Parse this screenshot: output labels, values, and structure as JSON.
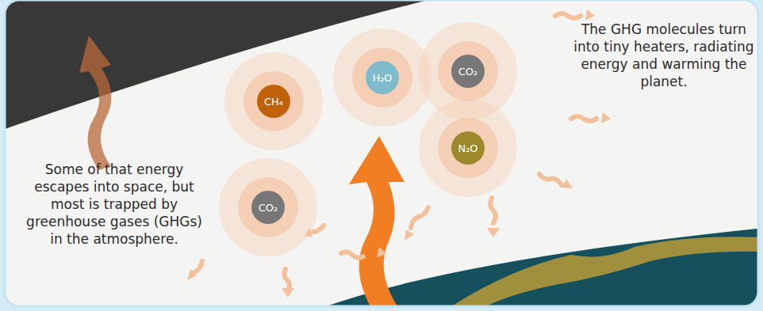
{
  "diagram": {
    "nodes": [
      {
        "text": [
          "CH₄"
        ]
      },
      {
        "text": [
          "H₂O"
        ]
      },
      {
        "text": [
          "CO₂"
        ]
      },
      {
        "text": [
          "N₂O"
        ]
      },
      {
        "text": [
          "CO₂"
        ]
      }
    ],
    "labels": [
      "Some of that energy escapes into space, but most is trapped by greenhouse gases (GHGs) in the atmosphere.",
      "The GHG molecules turn into tiny heaters, radiating energy and warming the planet."
    ]
  }
}
